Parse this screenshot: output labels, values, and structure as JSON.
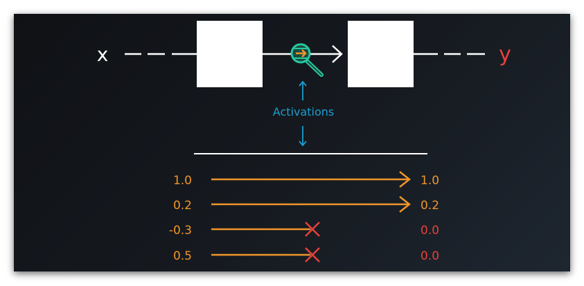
{
  "diagram": {
    "input_label": "x",
    "output_label": "y",
    "annotation": "Activations",
    "colors": {
      "white": "#ffffff",
      "orange": "#f0952a",
      "red": "#e8413a",
      "cyan": "#1a9fd0",
      "teal": "#25c9a0"
    },
    "rows": [
      {
        "input": "1.0",
        "output": "1.0",
        "passes": true
      },
      {
        "input": "0.2",
        "output": "0.2",
        "passes": true
      },
      {
        "input": "-0.3",
        "output": "0.0",
        "passes": false
      },
      {
        "input": "0.5",
        "output": "0.0",
        "passes": false
      }
    ]
  }
}
